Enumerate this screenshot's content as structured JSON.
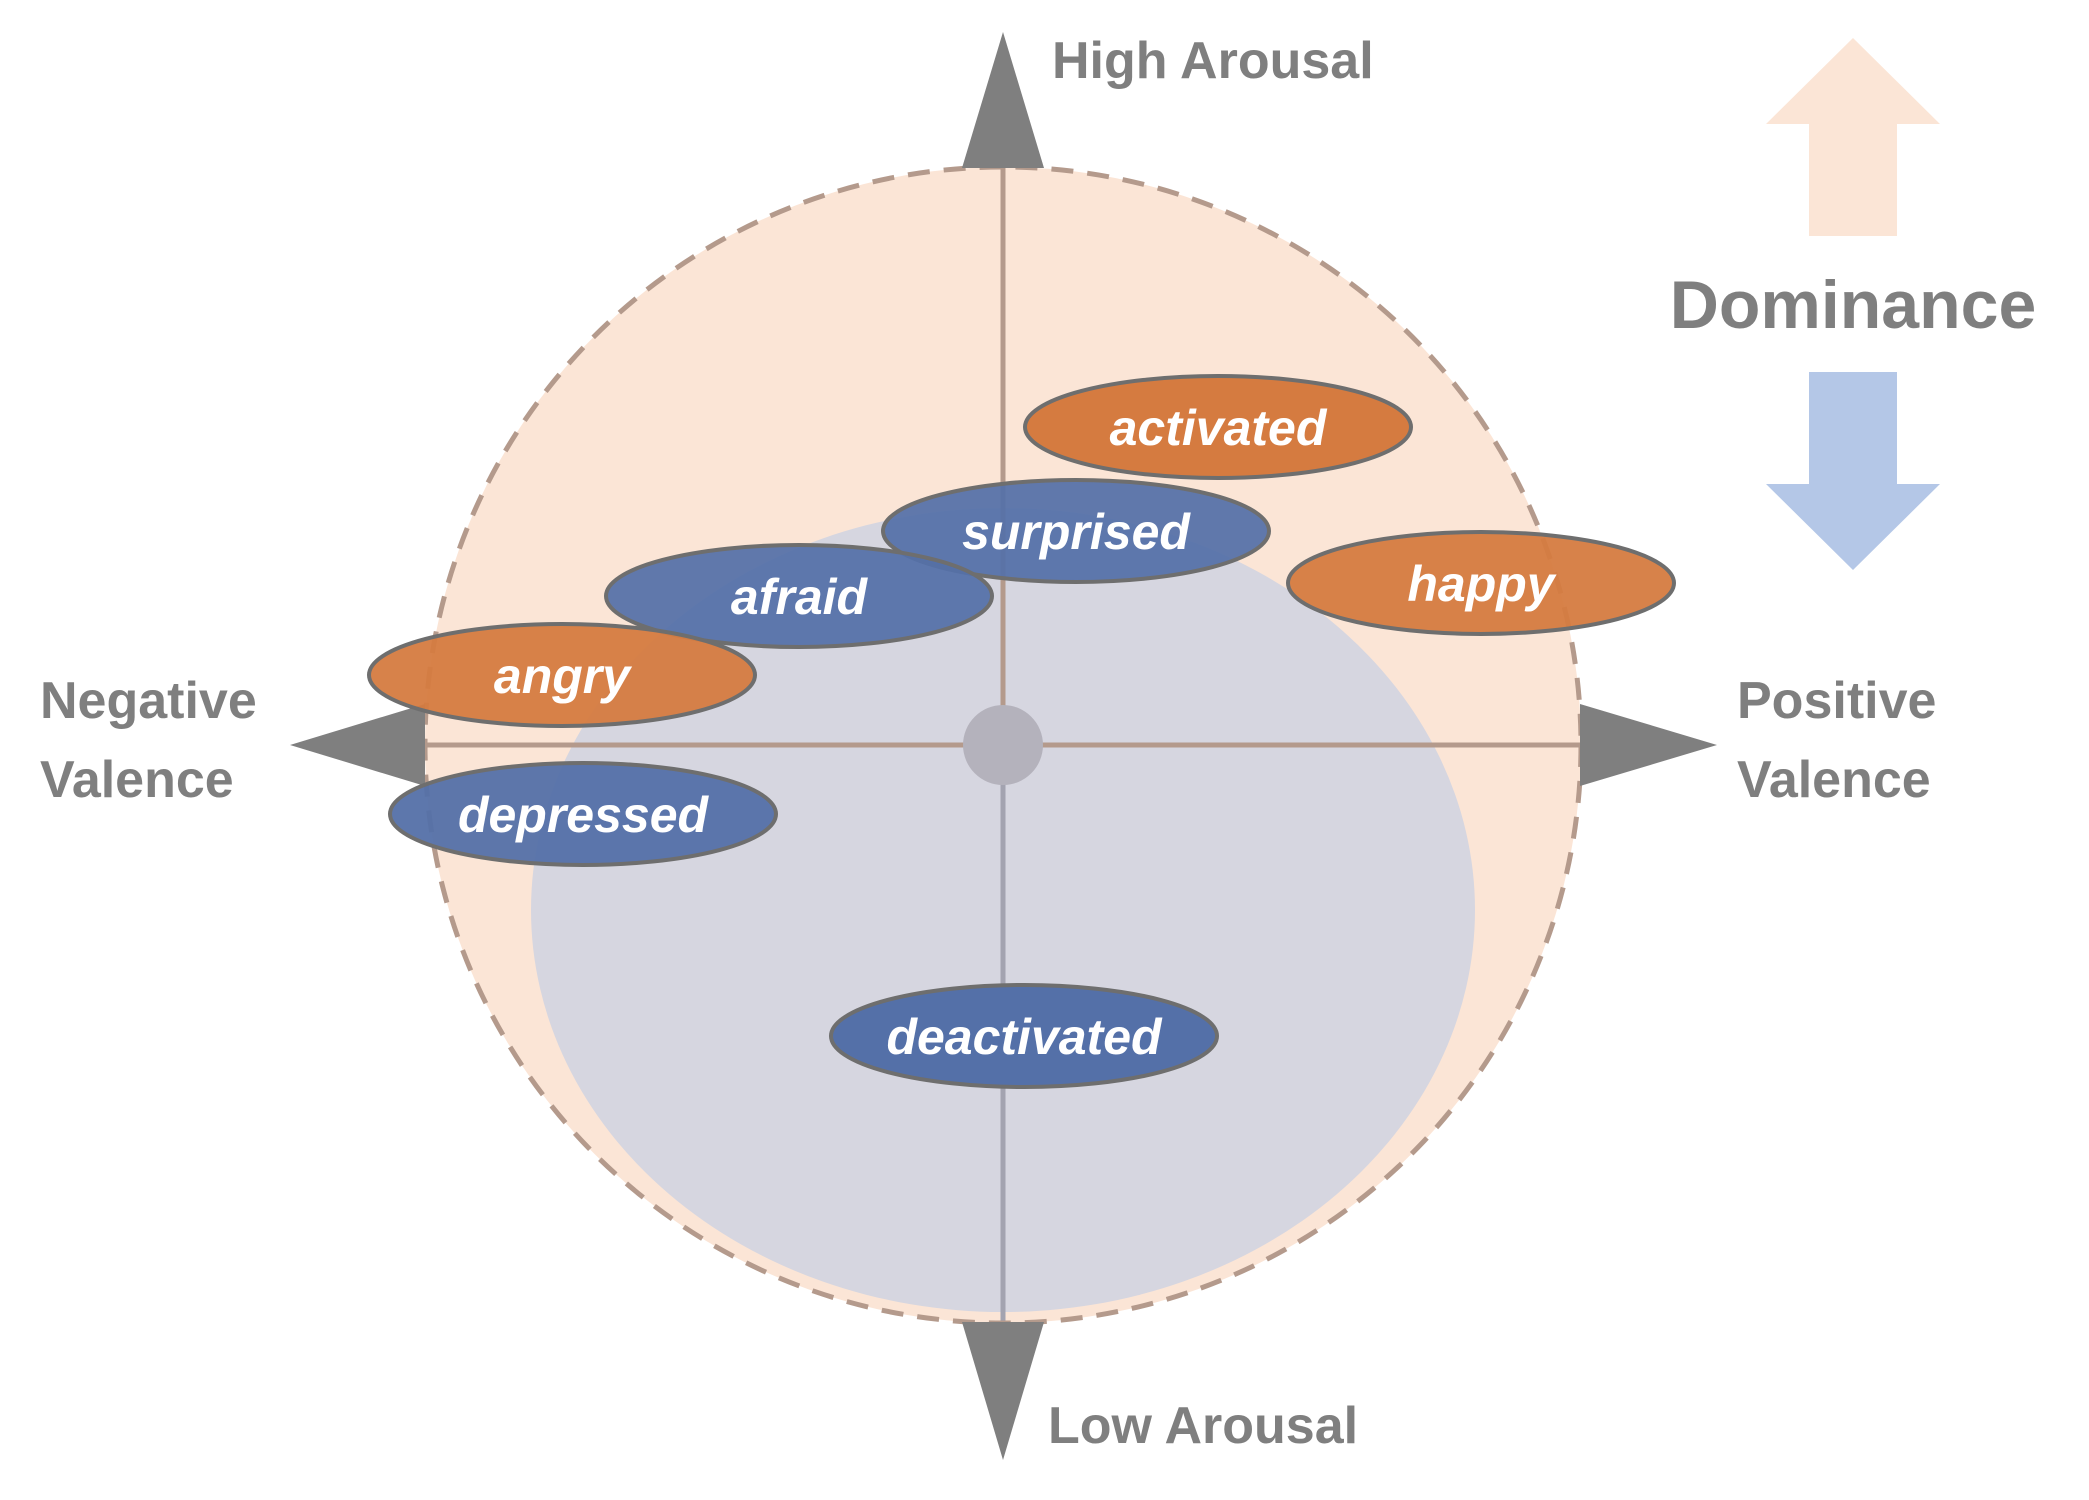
{
  "axes": {
    "high_arousal": "High Arousal",
    "low_arousal": "Low Arousal",
    "negative_valence_line1": "Negative",
    "negative_valence_line2": "Valence",
    "positive_valence_line1": "Positive",
    "positive_valence_line2": "Valence"
  },
  "dominance": {
    "label": "Dominance"
  },
  "emotions": [
    {
      "label": "activated",
      "dominance": "high"
    },
    {
      "label": "surprised",
      "dominance": "low"
    },
    {
      "label": "afraid",
      "dominance": "low"
    },
    {
      "label": "happy",
      "dominance": "high"
    },
    {
      "label": "angry",
      "dominance": "high"
    },
    {
      "label": "depressed",
      "dominance": "low"
    },
    {
      "label": "deactivated",
      "dominance": "low"
    }
  ],
  "colors": {
    "high_dominance": "#d57b40",
    "low_dominance": "#5470a8",
    "high_region": "#fbe5d6",
    "low_region": "#d6d6e0",
    "arrow_gray": "#7f7f7f",
    "up_arrow": "#fbe5d6",
    "down_arrow": "#b4c7e7"
  }
}
